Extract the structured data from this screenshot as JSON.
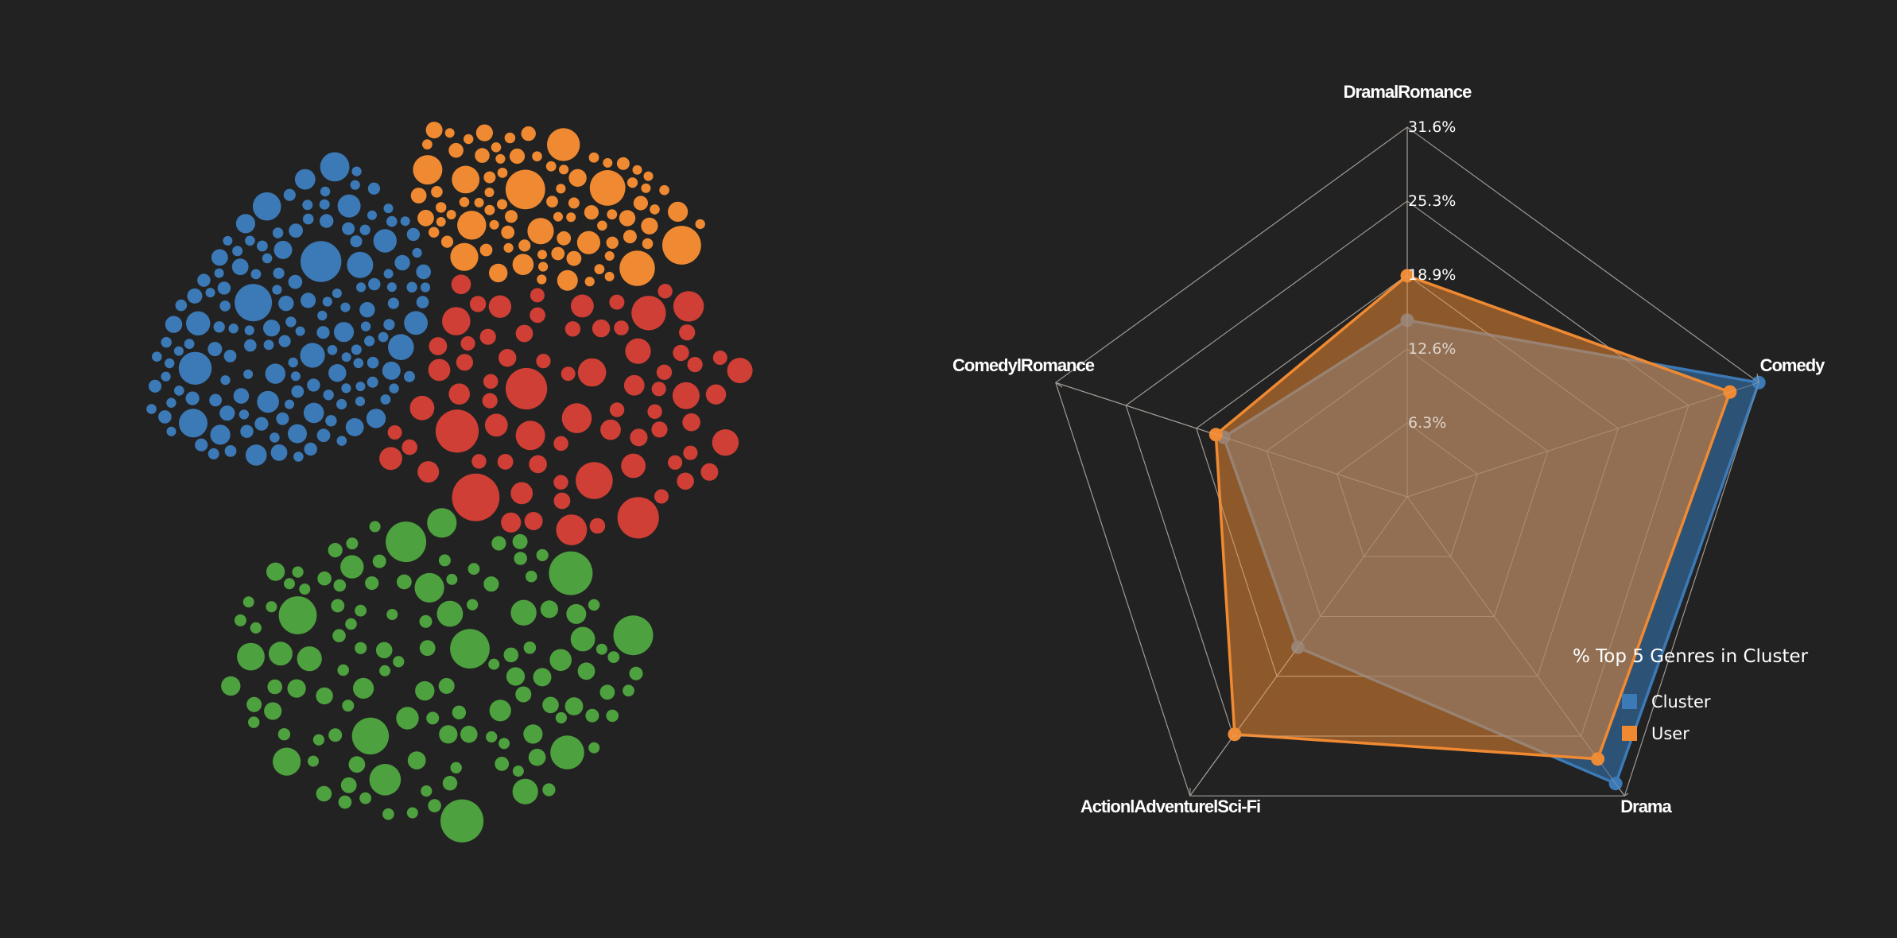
{
  "chart_data": [
    {
      "type": "scatter",
      "title": "",
      "groups": [
        {
          "color": "#3c7ab7"
        },
        {
          "color": "#f08a32"
        },
        {
          "color": "#cf3f35"
        },
        {
          "color": "#4ea13f"
        }
      ]
    },
    {
      "type": "radar",
      "title": "% Top 5 Genres in Cluster",
      "axes": [
        "Drama|Romance",
        "Comedy",
        "Drama",
        "Action|Adventure|Sci-Fi",
        "Comedy|Romance"
      ],
      "axis_label_text": [
        "DramalRomance",
        "Comedy",
        "Drama",
        "ActionlAdventurelSci-Fi",
        "ComedylRomance"
      ],
      "ticks": [
        "6.3%",
        "12.6%",
        "18.9%",
        "25.3%",
        "31.6%"
      ],
      "max": 31.6,
      "series": [
        {
          "name": "Cluster",
          "color": "#3c7ab7",
          "values": [
            15.1,
            31.6,
            30.3,
            15.9,
            16.5
          ]
        },
        {
          "name": "User",
          "color": "#f08a32",
          "values": [
            18.9,
            29.0,
            27.7,
            25.1,
            17.2
          ]
        }
      ]
    }
  ]
}
